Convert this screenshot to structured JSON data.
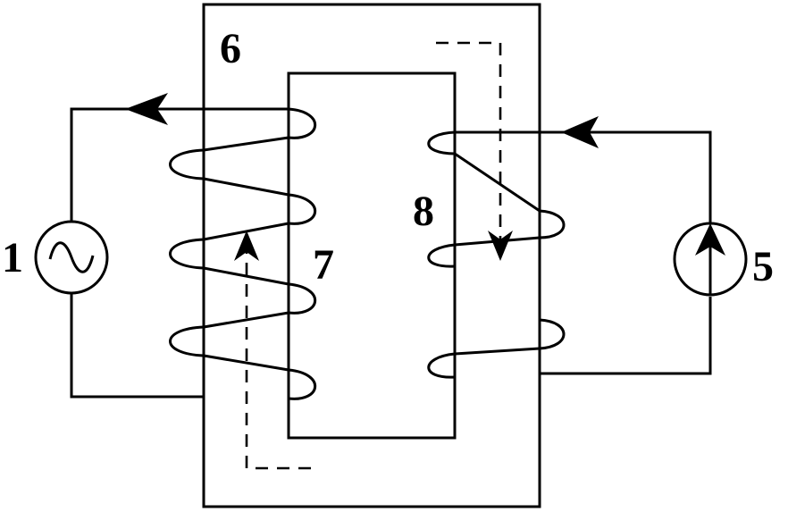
{
  "diagram": {
    "labels": {
      "source_ac": "1",
      "source_dc": "5",
      "core": "6",
      "coil_left": "7",
      "coil_right": "8"
    },
    "icons": {
      "ac_source": "sine-wave-icon",
      "dc_current_source": "up-arrow-icon",
      "current_arrow": "filled-arrowhead-icon",
      "flux_arrow": "open-arrowhead-icon"
    },
    "colors": {
      "stroke": "#000000",
      "background": "#ffffff"
    }
  }
}
